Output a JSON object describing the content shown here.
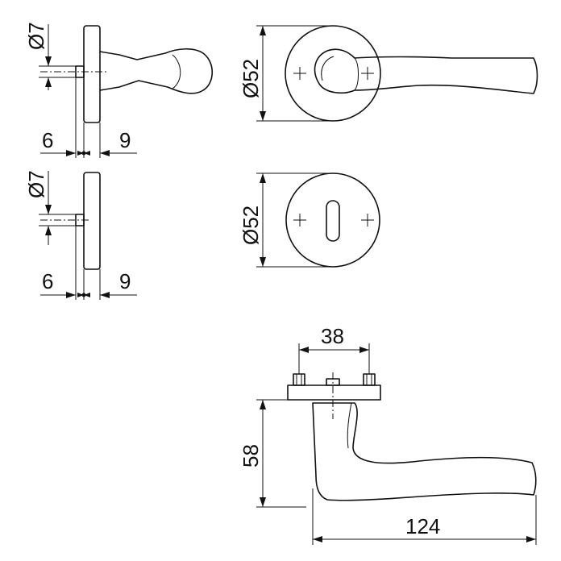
{
  "dimensions": {
    "side_top": {
      "pin_diameter": "Ø7",
      "left_offset": "6",
      "right_offset": "9"
    },
    "side_bottom": {
      "pin_diameter": "Ø7",
      "left_offset": "6",
      "right_offset": "9"
    },
    "rose_diameter": "Ø52",
    "escutcheon_diameter": "Ø52",
    "screw_spacing": "38",
    "handle_height": "58",
    "handle_length": "124"
  }
}
